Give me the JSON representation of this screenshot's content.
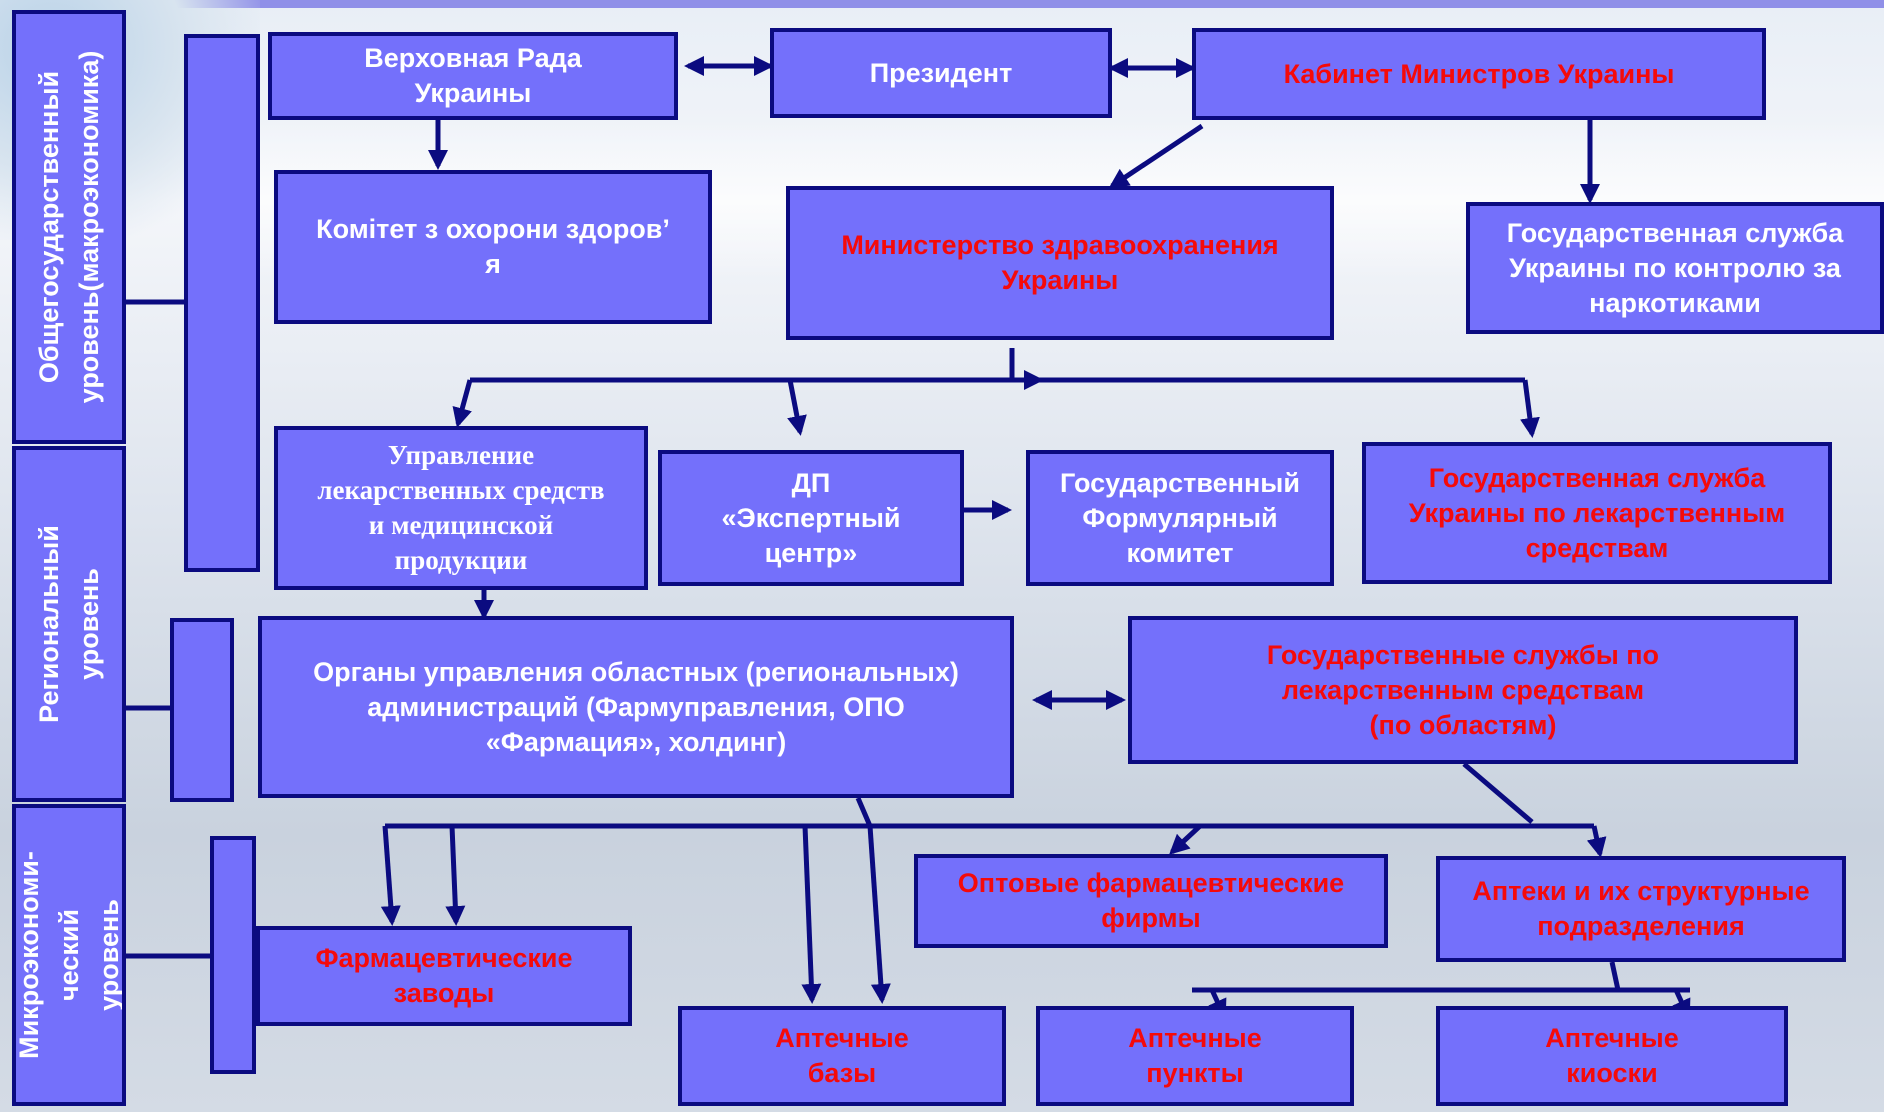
{
  "levels": {
    "national": "Общегосударственный\nуровень(макроэкономика)",
    "regional": "Региональный\nуровень",
    "micro": "Микроэкономи-\nческий уровень"
  },
  "nodes": {
    "verkhovna_rada": "Верховная Рада\nУкраины",
    "president": "Президент",
    "cabinet": "Кабинет Министров Украины",
    "health_committee": "Комітет з охорони здоров’\nя",
    "ministry_health": "Министерство здравоохранения\nУкраины",
    "narcotics_service": "Государственная служба\nУкраины по контролю за\nнаркотиками",
    "medicines_management": "Управление\nлекарственных средств\nи медицинской\nпродукции",
    "expert_center": "ДП\n«Экспертный\nцентр»",
    "formulary_committee": "Государственный\nФормулярный\nкомитет",
    "medicines_service": "Государственная служба\nУкраины по лекарственным\nсредствам",
    "regional_admin": "Органы управления областных (региональных)\nадминистраций (Фармуправления, ОПО\n«Фармация», холдинг)",
    "regional_services": "Государственные службы по\nлекарственным средствам\n(по областям)",
    "wholesale_firms": "Оптовые фармацевтические\nфирмы",
    "pharmacies": "Аптеки и их структурные\nподразделения",
    "pharma_plants": "Фармацевтические\nзаводы",
    "pharmacy_warehouses": "Аптечные\nбазы",
    "pharmacy_points": "Аптечные\nпункты",
    "pharmacy_kiosks": "Аптечные\nкиоски"
  },
  "colors": {
    "box_fill": "#7470fb",
    "box_border": "#0b0b80",
    "text_white": "#ffffff",
    "text_red": "#f50a0a",
    "connector": "#0b0b80"
  }
}
